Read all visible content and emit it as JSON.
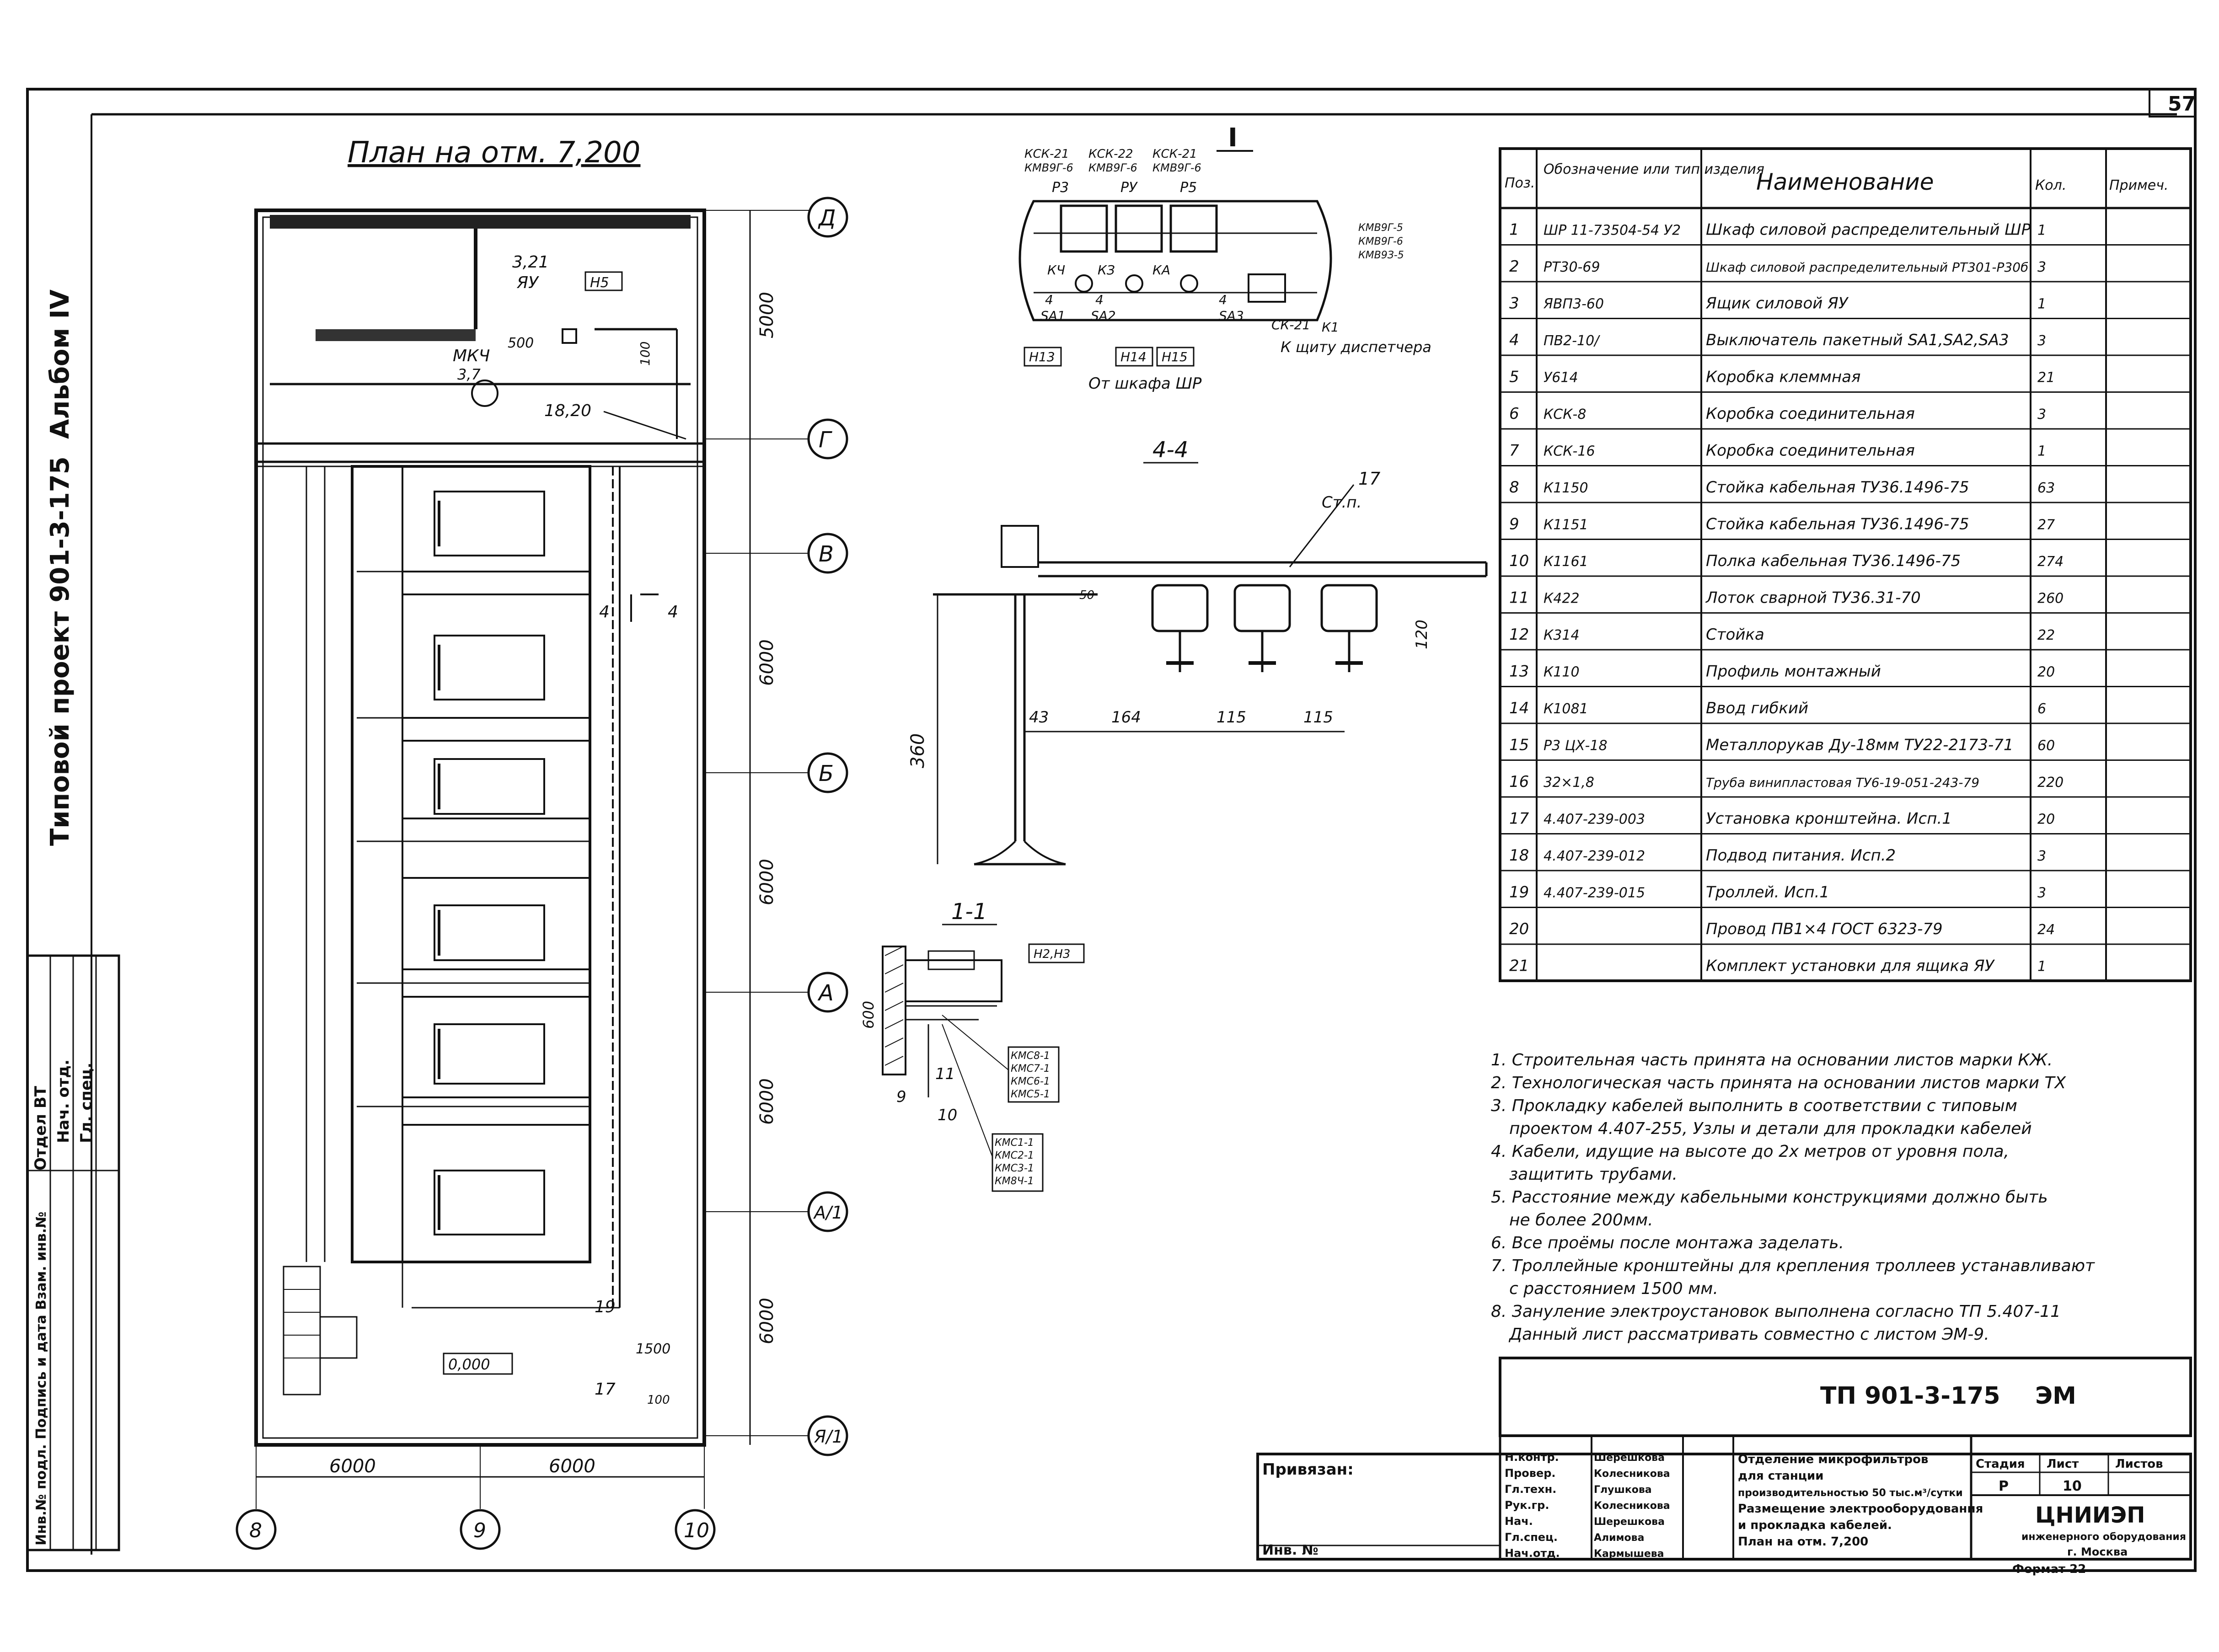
{
  "sheet": {
    "page_number": "57",
    "album": "Альбом IV",
    "project_side": "Типовой проект 901-3-175"
  },
  "plan": {
    "title": "План на отм. 7,200",
    "axes_right": [
      "Д",
      "Г",
      "В",
      "Б",
      "А",
      "А/1",
      "Я/1"
    ],
    "axes_bottom": [
      "8",
      "9",
      "10"
    ],
    "dims_right": [
      "6000",
      "6000",
      "6000",
      "6000",
      "5000"
    ],
    "dims_bottom": [
      "6000",
      "6000"
    ],
    "labels": {
      "mark_321": "3,21",
      "mark_yu": "ЯУ",
      "n5": "Н5",
      "d500": "500",
      "d100": "100",
      "mku": "МКЧ",
      "mku_sub": "3,7",
      "mark_1820": "18,20",
      "mark_44a": "4",
      "mark_44b": "4",
      "mark_19": "19",
      "d1500": "1500",
      "mark_17": "17",
      "level": "0,000",
      "d100b": "100"
    }
  },
  "detail1": {
    "title": "I",
    "boxes_top": [
      "КСК-21",
      "КМВ9Г-6",
      "КСК-22",
      "КМВ9Г-6",
      "КСК-21",
      "КМВ9Г-6"
    ],
    "boxes_mid": [
      "Р3",
      "РУ",
      "Р5"
    ],
    "boxes_low": [
      "КЧ",
      "КЗ",
      "КА"
    ],
    "switches": [
      "SA1",
      "SA2",
      "SA3"
    ],
    "sw_num": [
      "4",
      "4",
      "4"
    ],
    "right_tags": [
      "КМВ9Г-5",
      "КМВ9Г-6",
      "КМВ9З-5"
    ],
    "ck": "СК-21",
    "k1": "К1",
    "to_dispatcher": "К щиту диспетчера",
    "h_tags": [
      "Н13",
      "Н14",
      "Н15"
    ],
    "from_cabinet": "От шкафа ШР"
  },
  "section44": {
    "title": "4-4",
    "pos17": "17",
    "cm": "Ст.п.",
    "dims": [
      "43",
      "164",
      "115",
      "115"
    ],
    "d360": "360",
    "d120": "120",
    "d50": "50"
  },
  "section11": {
    "title": "1-1",
    "h_tag": "Н2,Н3",
    "d600": "600",
    "nums": [
      "9",
      "11",
      "10"
    ],
    "tags_a": [
      "КМС8-1",
      "КМС7-1",
      "КМС6-1",
      "КМС5-1"
    ],
    "tags_b": [
      "КМС1-1",
      "КМС2-1",
      "КМС3-1",
      "КМ8Ч-1"
    ]
  },
  "spec_table": {
    "headers": [
      "Поз.",
      "Обозначение или тип изделия",
      "Наименование",
      "Кол.",
      "Примеч."
    ],
    "rows": [
      [
        "1",
        "ШР 11-73504-54 У2",
        "Шкаф силовой распределительный ШР",
        "1",
        ""
      ],
      [
        "2",
        "РТ30-69",
        "Шкаф силовой распределительный РТ301-Р30б",
        "3",
        ""
      ],
      [
        "3",
        "ЯВП3-60",
        "Ящик силовой ЯУ",
        "1",
        ""
      ],
      [
        "4",
        "ПВ2-10/",
        "Выключатель пакетный SA1,SA2,SA3",
        "3",
        ""
      ],
      [
        "5",
        "У614",
        "Коробка клеммная",
        "21",
        ""
      ],
      [
        "6",
        "КСК-8",
        "Коробка соединительная",
        "3",
        ""
      ],
      [
        "7",
        "КСК-16",
        "Коробка соединительная",
        "1",
        ""
      ],
      [
        "8",
        "К1150",
        "Стойка кабельная ТУ36.1496-75",
        "63",
        ""
      ],
      [
        "9",
        "К1151",
        "Стойка кабельная ТУ36.1496-75",
        "27",
        ""
      ],
      [
        "10",
        "К1161",
        "Полка кабельная ТУ36.1496-75",
        "274",
        ""
      ],
      [
        "11",
        "К422",
        "Лоток сварной ТУ36.31-70",
        "260",
        ""
      ],
      [
        "12",
        "К314",
        "Стойка",
        "22",
        ""
      ],
      [
        "13",
        "К110",
        "Профиль монтажный",
        "20",
        ""
      ],
      [
        "14",
        "К1081",
        "Ввод гибкий",
        "6",
        ""
      ],
      [
        "15",
        "Р3 ЦХ-18",
        "Металлорукав Ду-18мм ТУ22-2173-71",
        "60",
        ""
      ],
      [
        "16",
        "32×1,8",
        "Труба винипластовая ТУ6-19-051-243-79",
        "220",
        ""
      ],
      [
        "17",
        "4.407-239-003",
        "Установка кронштейна. Исп.1",
        "20",
        ""
      ],
      [
        "18",
        "4.407-239-012",
        "Подвод питания. Исп.2",
        "3",
        ""
      ],
      [
        "19",
        "4.407-239-015",
        "Троллей. Исп.1",
        "3",
        ""
      ],
      [
        "20",
        "",
        "Провод ПВ1×4 ГОСТ 6323-79",
        "24",
        ""
      ],
      [
        "21",
        "",
        "Комплект установки для ящика ЯУ",
        "1",
        ""
      ]
    ]
  },
  "notes": [
    "1. Строительная часть принята на основании листов марки КЖ.",
    "2. Технологическая часть принята на основании листов марки ТХ",
    "3. Прокладку кабелей выполнить в соответствии с типовым",
    "проектом 4.407-255, Узлы и детали для прокладки кабелей",
    "4. Кабели, идущие на высоте до 2х метров от уровня пола,",
    "защитить трубами.",
    "5. Расстояние между кабельными конструкциями должно быть",
    "не более 200мм.",
    "6. Все проёмы после монтажа заделать.",
    "7. Троллейные кронштейны для крепления троллеев устанавливают",
    "с расстоянием 1500 мм.",
    "8. Зануление электроустановок выполнена согласно ТП 5.407-11",
    "Данный лист рассматривать совместно с листом ЭМ-9."
  ],
  "title_block": {
    "code": "ТП 901-3-175",
    "mark": "ЭМ",
    "privyazan": "Привязан:",
    "inv": "Инв. №",
    "roles": [
      "Н.контр.",
      "Провер.",
      "Гл.техн.",
      "Рук.гр.",
      "Нач.",
      "Гл.спец.",
      "Нач.отд."
    ],
    "names": [
      "Шерешкова",
      "Колесникова",
      "Глушкова",
      "Колесникова",
      "Шерешкова",
      "Алимова",
      "Кармышева"
    ],
    "description": [
      "Отделение микрофильтров",
      "для станции",
      "производительностью 50 тыс.м³/сутки",
      "Размещение электрооборудования",
      "и прокладка кабелей.",
      "План на отм. 7,200"
    ],
    "stage_label": "Стадия",
    "sheet_label": "Лист",
    "sheets_label": "Листов",
    "stage": "Р",
    "sheet": "10",
    "org": "ЦНИИЭП",
    "org_sub": "инженерного оборудования",
    "city": "г. Москва",
    "format": "Формат 22"
  },
  "left_stamp": {
    "rows": [
      "Отдел ВТ",
      "Нач. отд.",
      "Гл. спец."
    ],
    "vertical": "Инв.№ подл. Подпись и дата Взам. инв.№"
  }
}
